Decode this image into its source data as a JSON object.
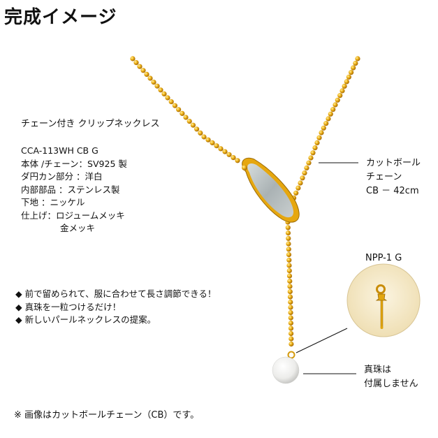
{
  "title": "完成イメージ",
  "product_name": "チェーン付き クリップネックレス",
  "specs": [
    "CCA-113WH CB G",
    "本体 /チェーン：SV925 製",
    "ダ円カン部分 ：洋白",
    "内部部品 ：ステンレス製",
    "下地 ：ニッケル",
    "仕上げ：ロジュームメッキ",
    "金メッキ"
  ],
  "features": [
    "◆ 前で留められて、服に合わせて長さ調節できる！",
    "◆ 真珠を一粒つけるだけ！",
    "◆ 新しいパールネックレスの提案。"
  ],
  "chain_callout": [
    "カットボール",
    "チェーン",
    "CB － 42cm"
  ],
  "npp_label": "NPP-1 G",
  "pearl_callout": [
    "真珠は",
    "付属しません"
  ],
  "footnote": "※ 画像はカットボールチェーン（CB）です。",
  "colors": {
    "gold": "#e2a60f",
    "gold_light": "#f7cf45",
    "stone": "#b7bec0",
    "npp_bg": "#f4e8c8",
    "pearl": "#f3f3f1"
  }
}
